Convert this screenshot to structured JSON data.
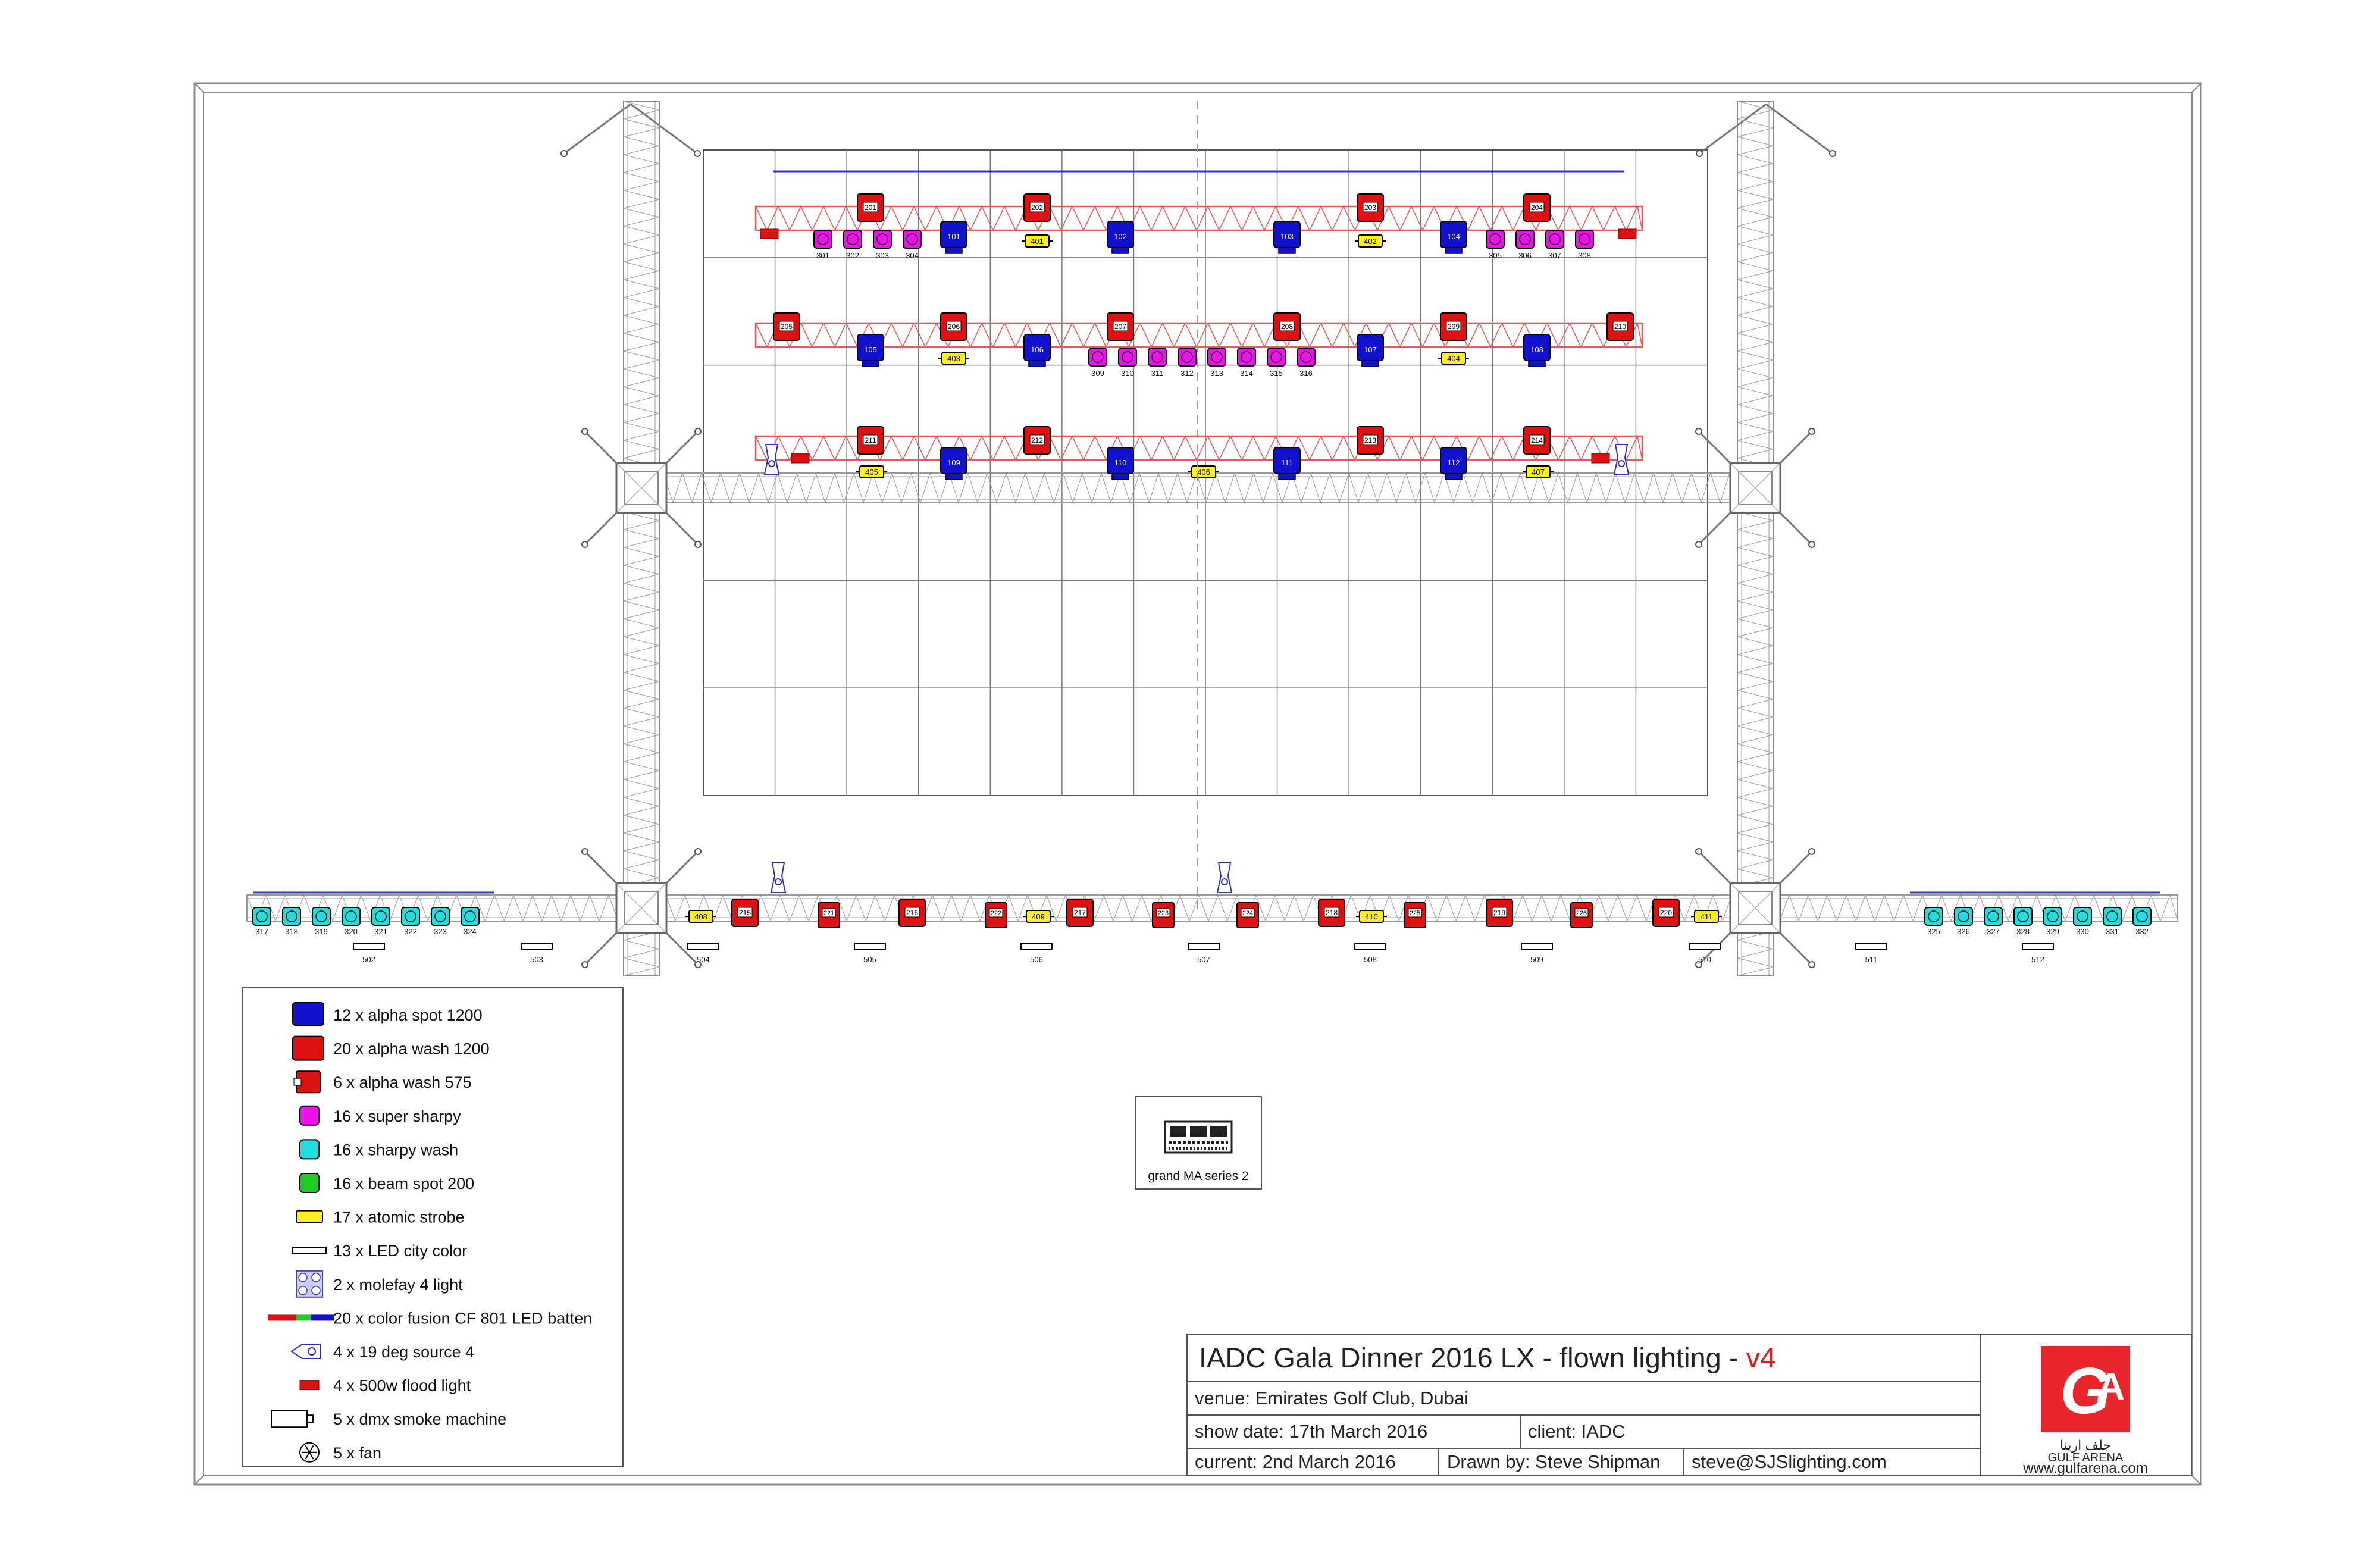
{
  "colors": {
    "spot": "#1111cc",
    "wash": "#dd1111",
    "sharpy": "#ee11ee",
    "sharpy_wash": "#22dddd",
    "beam": "#22cc22",
    "strobe": "#ffee22",
    "truss_red": "#ee5555",
    "batten_line": "#3333cc"
  },
  "icons": {
    "spot": "moving-head-spot-icon",
    "wash": "moving-head-wash-icon",
    "wash575": "wash-575-icon",
    "sharpy": "super-sharpy-icon",
    "sharpy_wash": "sharpy-wash-icon",
    "beam": "beam-spot-icon",
    "strobe": "atomic-strobe-icon",
    "led": "led-city-color-icon",
    "molefay": "molefay-blinder-icon",
    "batten": "led-batten-icon",
    "source4": "source-four-icon",
    "flood": "flood-light-icon",
    "smoke": "smoke-machine-icon",
    "fan": "fan-icon",
    "console": "lighting-console-icon",
    "logo": "gulf-arena-logo"
  },
  "legend": [
    {
      "icon": "spot",
      "label": "12 x alpha spot 1200"
    },
    {
      "icon": "wash",
      "label": "20 x alpha wash 1200"
    },
    {
      "icon": "wash575",
      "label": "6 x alpha wash 575"
    },
    {
      "icon": "sharpy",
      "label": "16 x super sharpy"
    },
    {
      "icon": "sharpy_wash",
      "label": "16 x sharpy wash"
    },
    {
      "icon": "beam",
      "label": "16 x beam spot 200"
    },
    {
      "icon": "strobe",
      "label": "17 x atomic strobe"
    },
    {
      "icon": "led",
      "label": "13 x LED city color"
    },
    {
      "icon": "molefay",
      "label": "2 x molefay 4 light"
    },
    {
      "icon": "batten",
      "label": "20 x color fusion CF 801 LED batten"
    },
    {
      "icon": "source4",
      "label": "4 x 19 deg source 4"
    },
    {
      "icon": "flood",
      "label": "4 x 500w flood light"
    },
    {
      "icon": "smoke",
      "label": "5 x dmx smoke machine"
    },
    {
      "icon": "fan",
      "label": "5 x fan"
    }
  ],
  "rig": {
    "truss1": {
      "spots": [
        "101",
        "102",
        "103",
        "104"
      ],
      "washes": [
        "201",
        "202",
        "203",
        "204"
      ],
      "sharpies": [
        "301",
        "302",
        "303",
        "304",
        "305",
        "306",
        "307",
        "308"
      ],
      "strobes": [
        "401",
        "402"
      ]
    },
    "truss2": {
      "spots": [
        "105",
        "106",
        "107",
        "108"
      ],
      "washes": [
        "205",
        "206",
        "207",
        "208",
        "209",
        "210"
      ],
      "sharpies": [
        "309",
        "310",
        "311",
        "312",
        "313",
        "314",
        "315",
        "316"
      ],
      "strobes": [
        "403",
        "404"
      ]
    },
    "truss3": {
      "spots": [
        "109",
        "110",
        "111",
        "112"
      ],
      "washes": [
        "211",
        "212",
        "213",
        "214"
      ],
      "strobes": [
        "405",
        "406",
        "407"
      ]
    },
    "ground": {
      "sharpy_wash_left": [
        "317",
        "318",
        "319",
        "320",
        "321",
        "322",
        "323",
        "324"
      ],
      "sharpy_wash_right": [
        "325",
        "326",
        "327",
        "328",
        "329",
        "330",
        "331",
        "332"
      ],
      "washes": [
        "215",
        "216",
        "217",
        "218",
        "219",
        "220"
      ],
      "wash575": [
        "221",
        "222",
        "223",
        "224",
        "225",
        "226"
      ],
      "strobes": [
        "408",
        "409",
        "410",
        "411"
      ],
      "leds": [
        "502",
        "503",
        "504",
        "505",
        "506",
        "507",
        "508",
        "509",
        "510",
        "511",
        "512"
      ]
    }
  },
  "console": {
    "label": "grand MA series 2"
  },
  "title_block": {
    "title": "IADC Gala Dinner 2016 LX - flown lighting - ",
    "version": "v4",
    "venue": "venue: Emirates Golf Club, Dubai",
    "show_date": "show date: 17th March 2016",
    "client": "client: IADC",
    "current": "current: 2nd March 2016",
    "drawn_by": "Drawn by: Steve Shipman",
    "email": "steve@SJSlighting.com",
    "logo_text": "GULF ARENA",
    "logo_arabic": "جلف ارينا",
    "website": "www.gulfarena.com"
  }
}
